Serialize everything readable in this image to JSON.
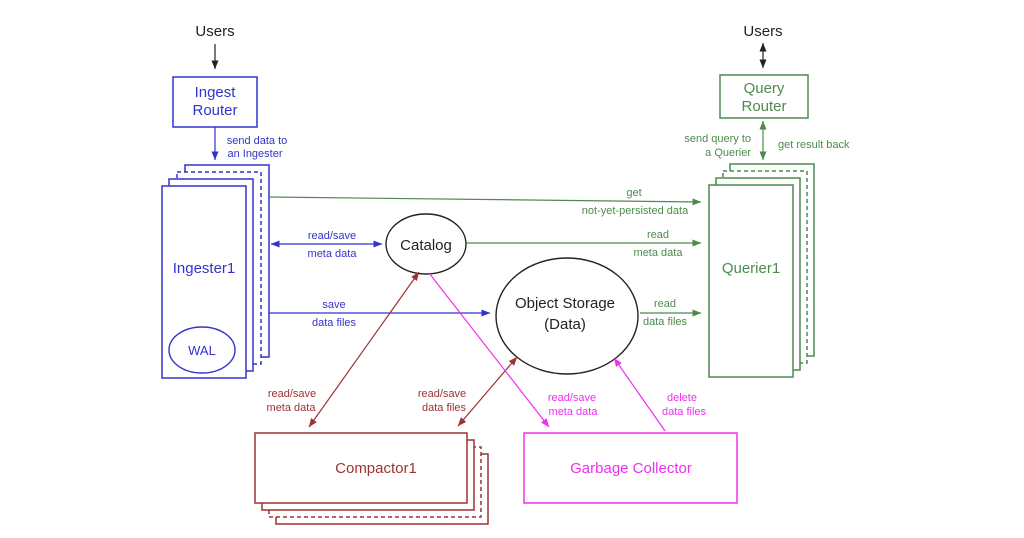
{
  "diagram": {
    "colors": {
      "ink": "#222222",
      "blue": "#3333cc",
      "green": "#4d8a4d",
      "red": "#9e3232",
      "magenta": "#ee30ee",
      "background": "#ffffff"
    },
    "nodes": {
      "users_left": {
        "label": "Users"
      },
      "users_right": {
        "label": "Users"
      },
      "ingest_router": {
        "line1": "Ingest",
        "line2": "Router"
      },
      "query_router": {
        "line1": "Query",
        "line2": "Router"
      },
      "ingester": {
        "label": "Ingester1"
      },
      "wal": {
        "label": "WAL"
      },
      "catalog": {
        "label": "Catalog"
      },
      "object_storage": {
        "line1": "Object Storage",
        "line2": "(Data)"
      },
      "querier": {
        "label": "Querier1"
      },
      "compactor": {
        "label": "Compactor1"
      },
      "garbage_collector": {
        "label": "Garbage Collector"
      }
    },
    "edges": {
      "send_data": {
        "line1": "send data to",
        "line2": "an Ingester"
      },
      "send_query": {
        "line1": "send query to",
        "line2": "a Querier"
      },
      "get_result": {
        "label": "get result back"
      },
      "get_not_yet_persisted": {
        "line1": "get",
        "line2": "not-yet-persisted data"
      },
      "ingester_catalog": {
        "line1": "read/save",
        "line2": "meta data"
      },
      "ingester_object_storage": {
        "line1": "save",
        "line2": "data files"
      },
      "catalog_querier": {
        "line1": "read",
        "line2": "meta data"
      },
      "object_storage_querier": {
        "line1": "read",
        "line2": "data files"
      },
      "compactor_catalog": {
        "line1": "read/save",
        "line2": "meta data"
      },
      "compactor_object_storage": {
        "line1": "read/save",
        "line2": "data files"
      },
      "gc_catalog": {
        "line1": "read/save",
        "line2": "meta data"
      },
      "gc_object_storage": {
        "line1": "delete",
        "line2": "data files"
      }
    }
  }
}
